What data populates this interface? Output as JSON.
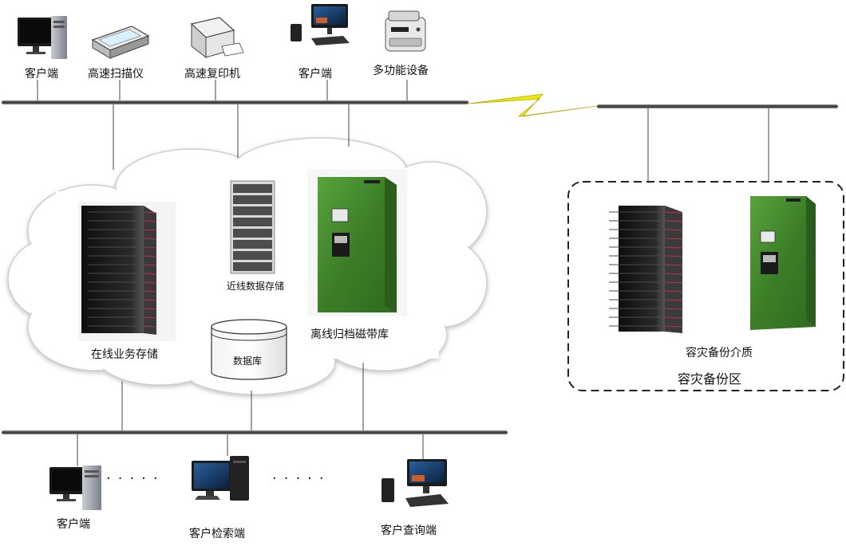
{
  "top_devices": [
    {
      "label": "客户端",
      "icon": "desktop-computer-icon"
    },
    {
      "label": "高速扫描仪",
      "icon": "scanner-icon"
    },
    {
      "label": "高速复印机",
      "icon": "copier-icon"
    },
    {
      "label": "客户端",
      "icon": "thin-client-icon"
    },
    {
      "label": "多功能设备",
      "icon": "multifunction-printer-icon"
    }
  ],
  "cloud": {
    "online_storage": "在线业务存储",
    "nearline_storage": "近线数据存储",
    "database": "数据库",
    "offline_tape": "离线归档磁带库"
  },
  "backup": {
    "media_label": "容灾备份介质",
    "zone_label": "容灾备份区"
  },
  "bottom_devices": [
    {
      "label": "客户端",
      "icon": "desktop-computer-icon"
    },
    {
      "label": "客户检索端",
      "icon": "workstation-icon"
    },
    {
      "label": "客户查询端",
      "icon": "thin-client-icon"
    }
  ],
  "colors": {
    "bus": "#3a3a3a",
    "link_bolt": "#f0e800",
    "rack": "#1b1b1b",
    "rack_trim": "#c0304a",
    "tape_green": "#3f8a2c"
  }
}
